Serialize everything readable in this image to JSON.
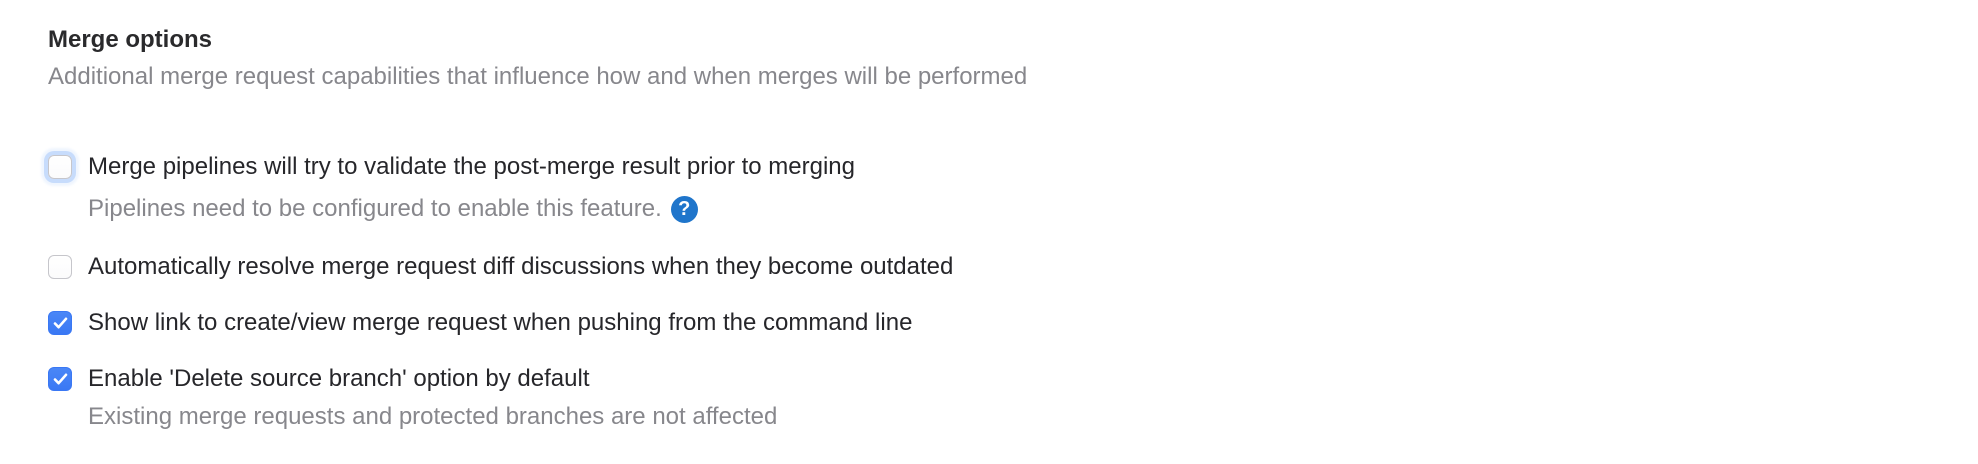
{
  "section": {
    "title": "Merge options",
    "subtitle": "Additional merge request capabilities that influence how and when merges will be performed"
  },
  "options": [
    {
      "label": "Merge pipelines will try to validate the post-merge result prior to merging",
      "checked": false,
      "focused": true,
      "help": "Pipelines need to be configured to enable this feature."
    },
    {
      "label": "Automatically resolve merge request diff discussions when they become outdated",
      "checked": false
    },
    {
      "label": "Show link to create/view merge request when pushing from the command line",
      "checked": true
    },
    {
      "label": "Enable 'Delete source branch' option by default",
      "checked": true,
      "help": "Existing merge requests and protected branches are not affected"
    }
  ],
  "icons": {
    "help_glyph": "?"
  },
  "colors": {
    "checkbox_checked": "#3a78f4",
    "checkbox_border": "#c6c6cb",
    "focus_ring": "#7dafface",
    "help_icon_bg": "#1f75cb",
    "heading_text": "#2a2a2c",
    "label_text": "#26262a",
    "muted_text": "#87878c"
  }
}
